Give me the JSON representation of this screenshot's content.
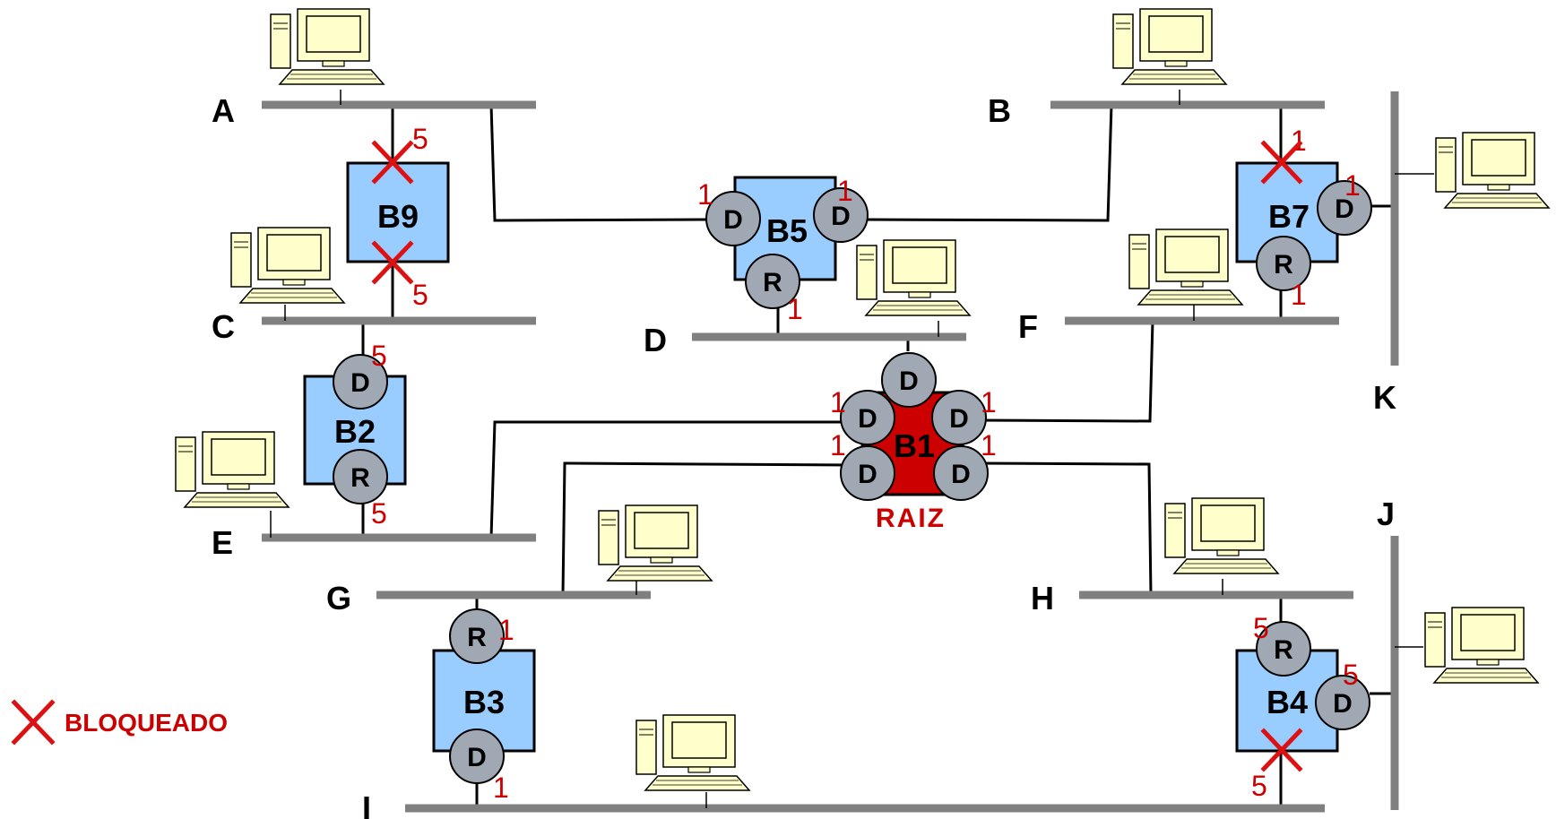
{
  "lans": {
    "A": "A",
    "B": "B",
    "C": "C",
    "D": "D",
    "E": "E",
    "F": "F",
    "G": "G",
    "H": "H",
    "I": "I",
    "J": "J",
    "K": "K"
  },
  "bridges": {
    "B1": "B1",
    "B2": "B2",
    "B3": "B3",
    "B4": "B4",
    "B5": "B5",
    "B7": "B7",
    "B9": "B9"
  },
  "ports": {
    "designated": "D",
    "root": "R"
  },
  "costs": {
    "one": "1",
    "five": "5"
  },
  "root_label": "RAIZ",
  "legend": {
    "blocked": "BLOQUEADO"
  },
  "colors": {
    "bridge_fill": "#99ccff",
    "root_fill": "#cc0000",
    "port_fill": "#a0a8b4",
    "blocked": "#dd1111",
    "cost": "#cc0000",
    "lan_bus": "#808080",
    "computer_fill": "#ffffcc"
  }
}
